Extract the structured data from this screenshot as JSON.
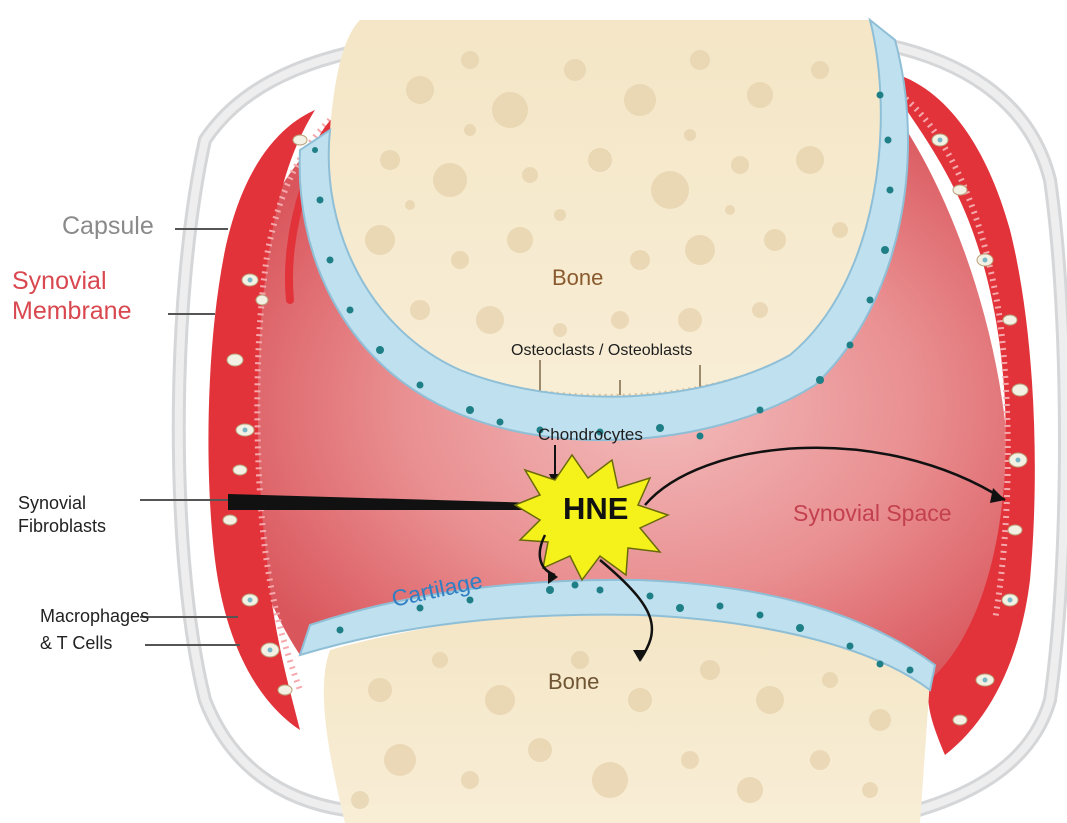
{
  "labels": {
    "capsule": "Capsule",
    "synovial_membrane": [
      "Synovial",
      "Membrane"
    ],
    "synovial_fibroblasts": [
      "Synovial",
      "Fibroblasts"
    ],
    "macrophages_tcells": [
      "Macrophages",
      "& T Cells"
    ],
    "bone_top": "Bone",
    "bone_bottom": "Bone",
    "osteo": "Osteoclasts / Osteoblasts",
    "chondrocytes": "Chondrocytes",
    "hne": "HNE",
    "synovial_space": "Synovial Space",
    "cartilage": "Cartilage"
  },
  "colors": {
    "capsule": "#8a8a8a",
    "synovial_membrane": "#d9474f",
    "synovial_space": "#c3404f",
    "cartilage_text": "#2f7fc4",
    "cartilage_fill": "#bfe0ee",
    "bone_fill": "#f7ecd2",
    "hne_burst": "#f4f21a",
    "synovium_red": "#e2333a"
  }
}
